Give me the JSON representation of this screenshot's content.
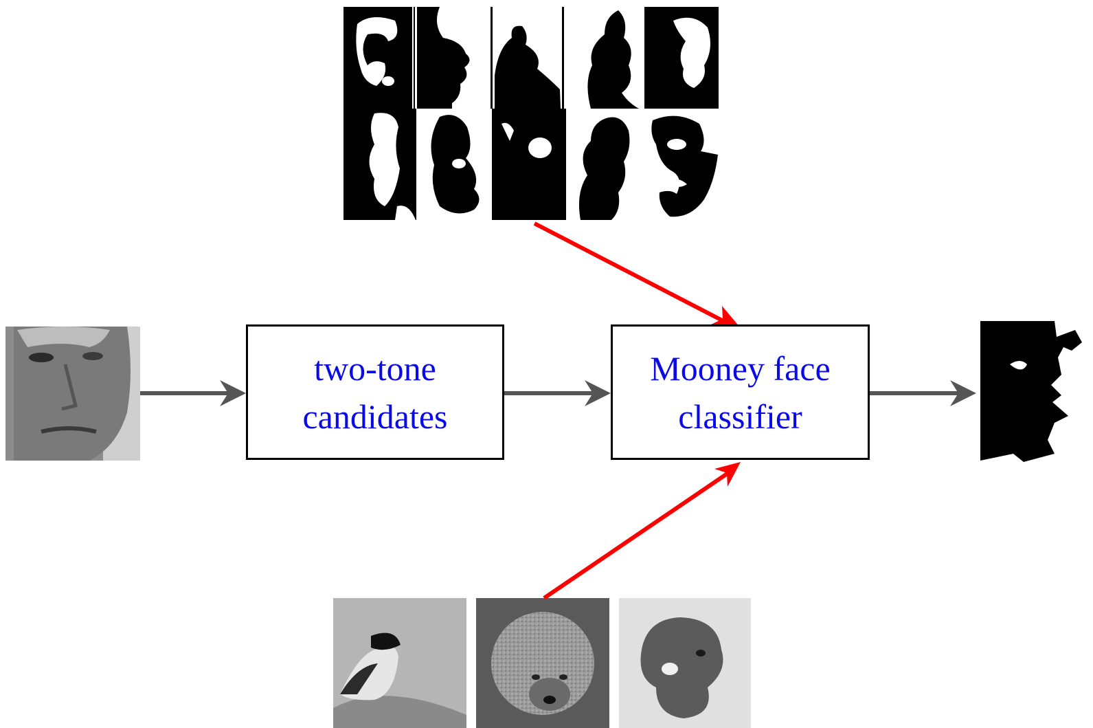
{
  "colors": {
    "box_text": "#0a0ae6",
    "flow_arrow": "#555555",
    "training_arrow": "#ff0000"
  },
  "boxes": {
    "two_tone": {
      "line1": "two-tone",
      "line2": "candidates"
    },
    "classifier": {
      "line1": "Mooney face",
      "line2": "classifier"
    }
  },
  "images": {
    "input": "grayscale face photograph",
    "output": "two-tone Mooney face",
    "positive_examples": [
      "Mooney face",
      "Mooney face",
      "Mooney face",
      "Mooney face",
      "Mooney face",
      "Mooney face",
      "Mooney face",
      "Mooney face",
      "Mooney face",
      "Mooney face"
    ],
    "negative_examples": [
      "bird photograph",
      "dog photograph",
      "dog photograph"
    ]
  }
}
